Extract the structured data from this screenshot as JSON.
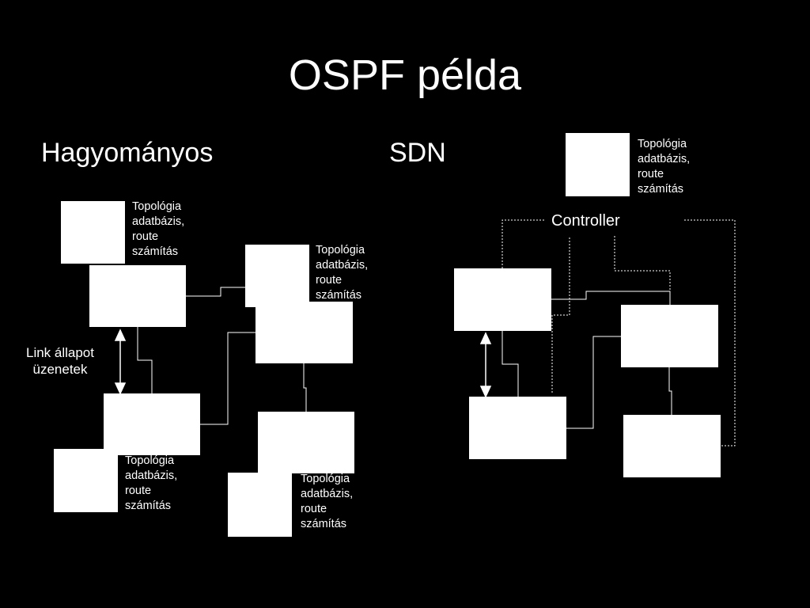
{
  "title": "OSPF példa",
  "left_heading": "Hagyományos",
  "right_heading": "SDN",
  "controller_label": "Controller",
  "topology_label": "Topológia\nadatbázis,\nroute\nszámítás",
  "link_state_label": "Link állapot\nüzenetek",
  "colors": {
    "background": "#000000",
    "foreground": "#ffffff"
  }
}
